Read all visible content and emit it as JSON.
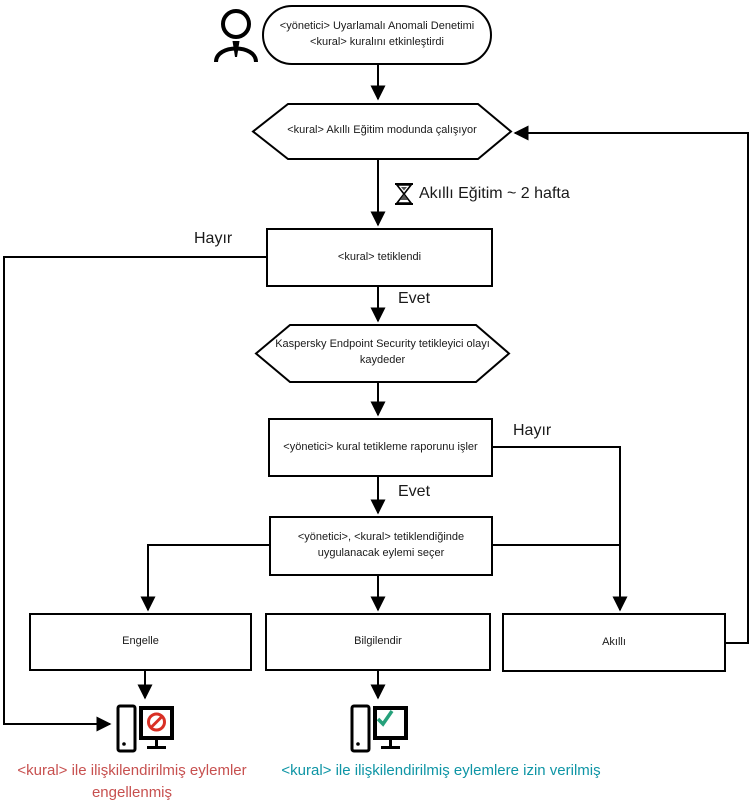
{
  "diagram": {
    "nodes": {
      "activate": "<yönetici> Uyarlamalı Anomali Denetimi <kural> kuralını etkinleştirdi",
      "training_mode": "<kural> Akıllı Eğitim modunda çalışıyor",
      "training_note": "Akıllı Eğitim ~ 2 hafta",
      "rule_triggered": "<kural> tetiklendi",
      "kes_logs": "Kaspersky Endpoint Security tetikleyici olayı kaydeder",
      "report_processing": "<yönetici> kural tetikleme raporunu işler",
      "action_select": "<yönetici>, <kural> tetiklendiğinde uygulanacak eylemi seçer",
      "action_block": "Engelle",
      "action_inform": "Bilgilendir",
      "action_smart": "Akıllı"
    },
    "edge_labels": {
      "no_1": "Hayır",
      "yes_1": "Evet",
      "no_2": "Hayır",
      "yes_2": "Evet"
    },
    "captions": {
      "blocked": "<kural> ile ilişkilendirilmiş eylemler engellenmiş",
      "allowed": "<kural> ile ilişkilendirilmiş eylemlere izin verilmiş"
    },
    "icons": {
      "actor": "person-icon",
      "timer": "hourglass-icon",
      "blocked_pc": "computer-blocked-icon",
      "allowed_pc": "computer-allowed-icon"
    },
    "colors": {
      "stroke": "#000000",
      "blocked_caption": "#c7504f",
      "allowed_caption": "#0e95a5",
      "deny_symbol": "#d93025",
      "allow_symbol": "#26a17b"
    }
  }
}
